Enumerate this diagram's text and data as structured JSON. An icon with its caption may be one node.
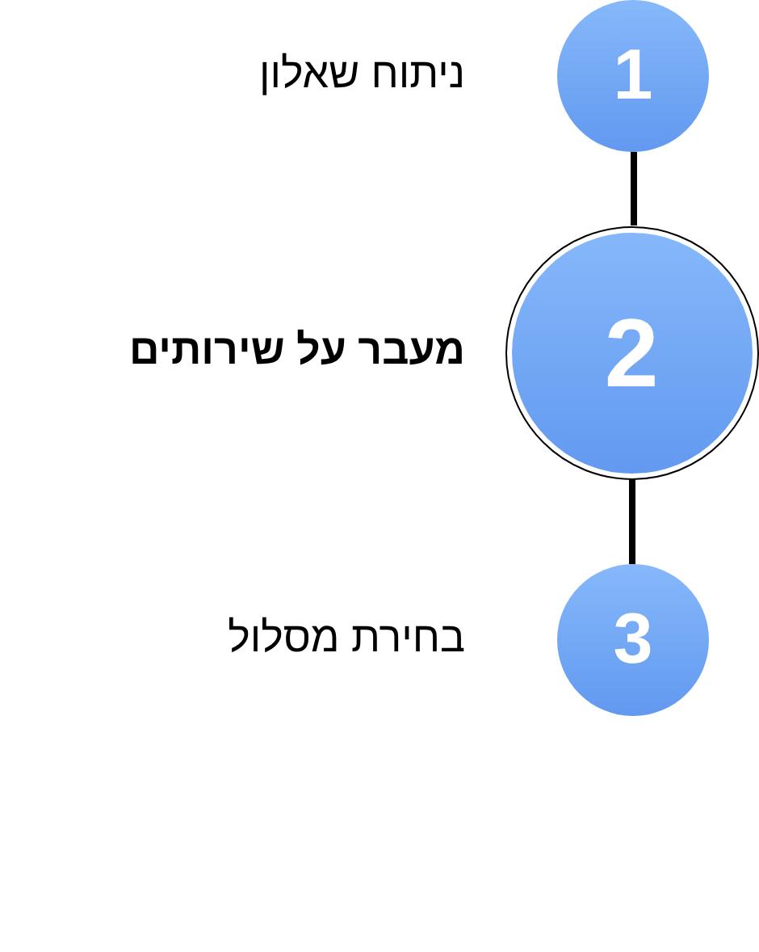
{
  "diagram": {
    "nodes": [
      {
        "text": [
          "1"
        ],
        "beside": [
          "ניתוח שאלון"
        ]
      },
      {
        "text": [
          "2"
        ],
        "beside": [
          "מעבר על שירותים"
        ]
      },
      {
        "text": [
          "3"
        ],
        "beside": [
          "בחירת מסלול"
        ]
      }
    ],
    "edges": [
      {
        "from": 0,
        "to": 1,
        "arrow": "none"
      },
      {
        "from": 1,
        "to": 2,
        "arrow": "none"
      }
    ]
  }
}
